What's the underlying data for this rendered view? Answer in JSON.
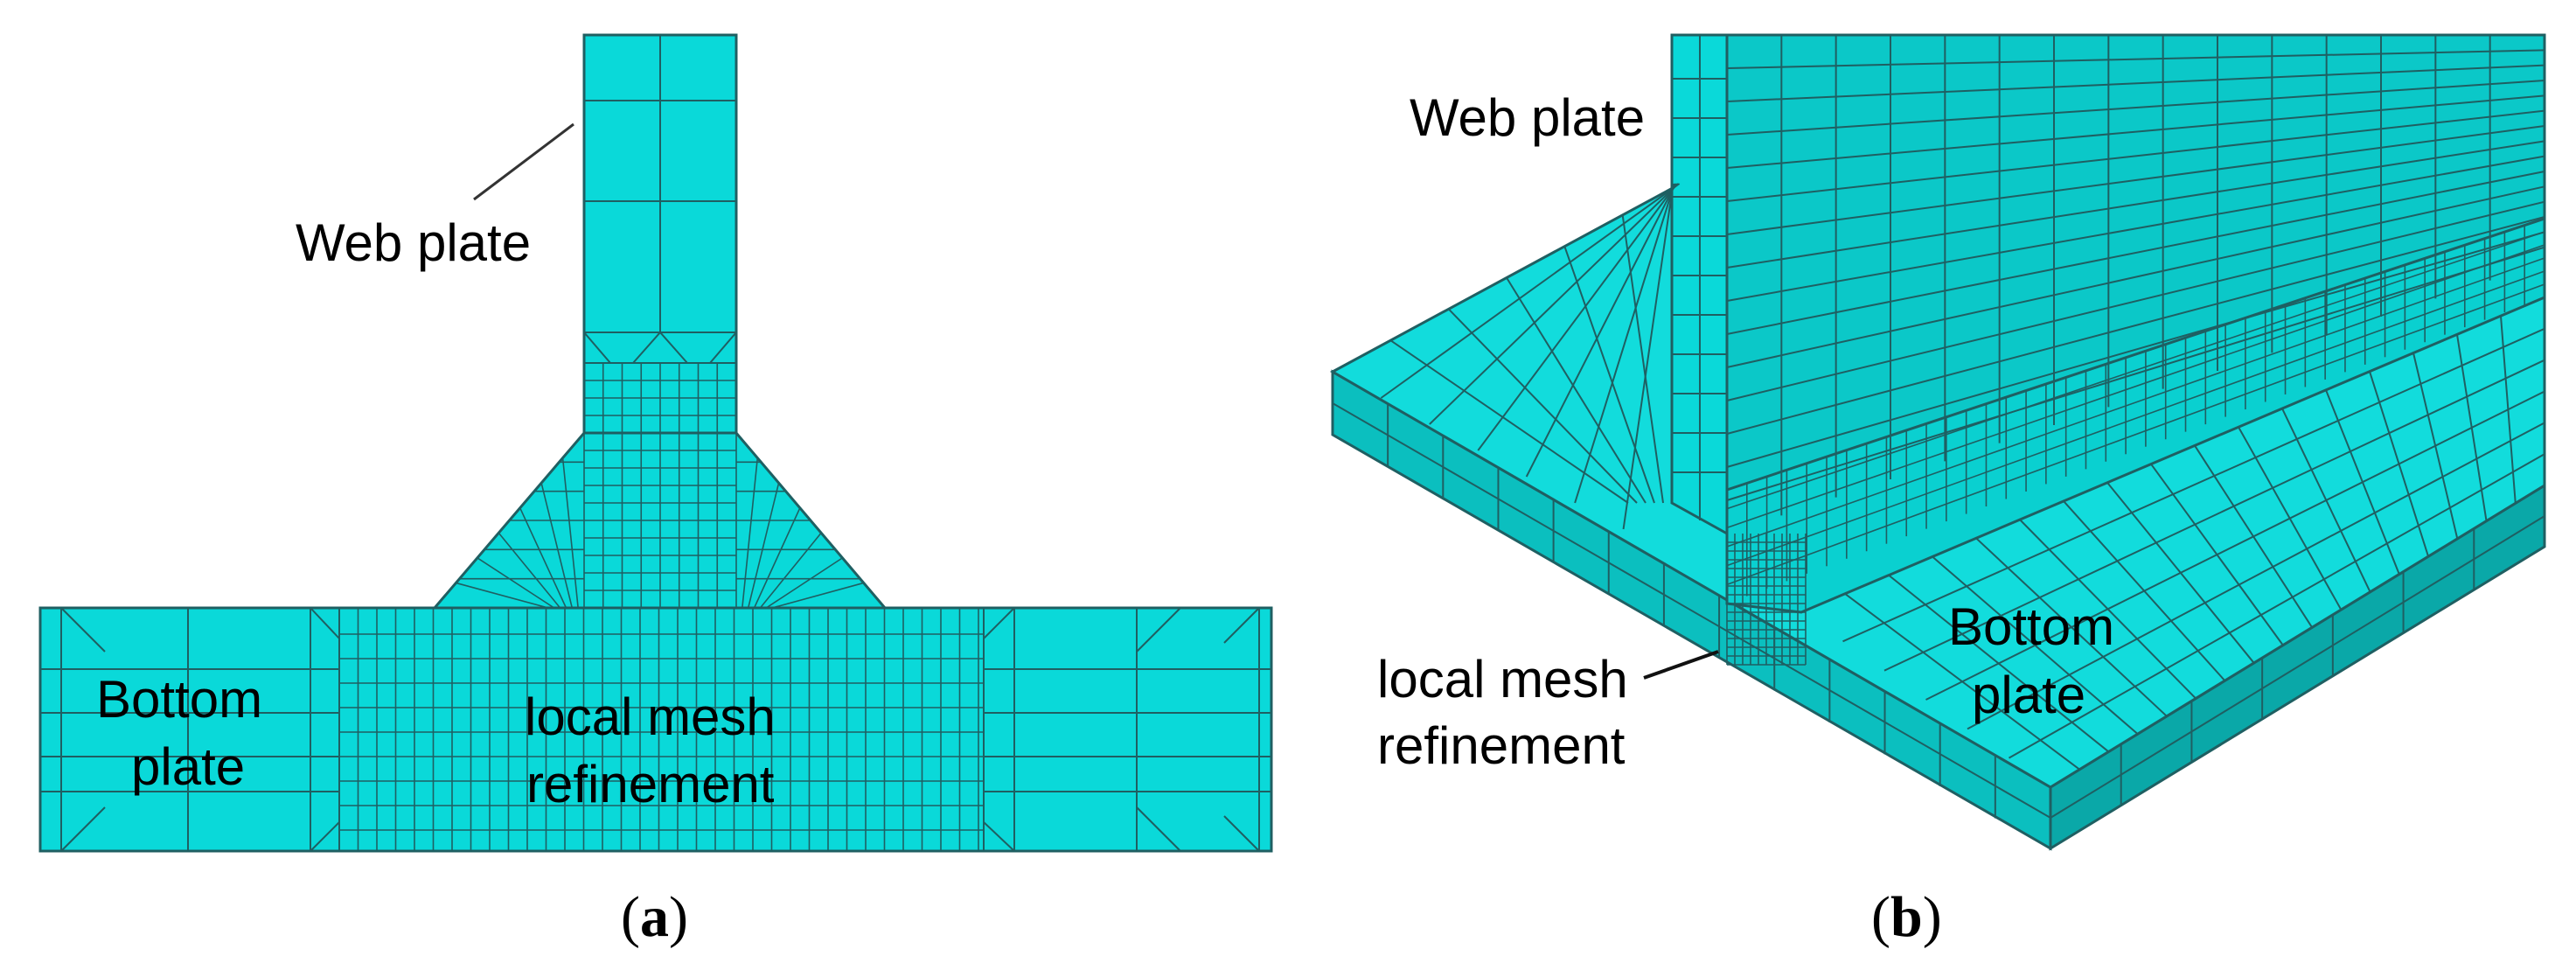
{
  "colors": {
    "mesh_face": "#0ad9d9",
    "mesh_top": "#12dcdc",
    "mesh_side": "#0bbfbf",
    "mesh_dark": "#0aa8a8",
    "mesh_line": "#1f5f62"
  },
  "panel_a": {
    "label_web": "Web plate",
    "label_bottom_1": "Bottom",
    "label_bottom_2": "plate",
    "label_refine_1": "local mesh",
    "label_refine_2": "refinement",
    "caption_open": "(",
    "caption_letter": "a",
    "caption_close": ")"
  },
  "panel_b": {
    "label_web": "Web plate",
    "label_bottom_1": "Bottom",
    "label_bottom_2": "plate",
    "label_refine_1": "local mesh",
    "label_refine_2": "refinement",
    "caption_open": "(",
    "caption_letter": "b",
    "caption_close": ")"
  }
}
